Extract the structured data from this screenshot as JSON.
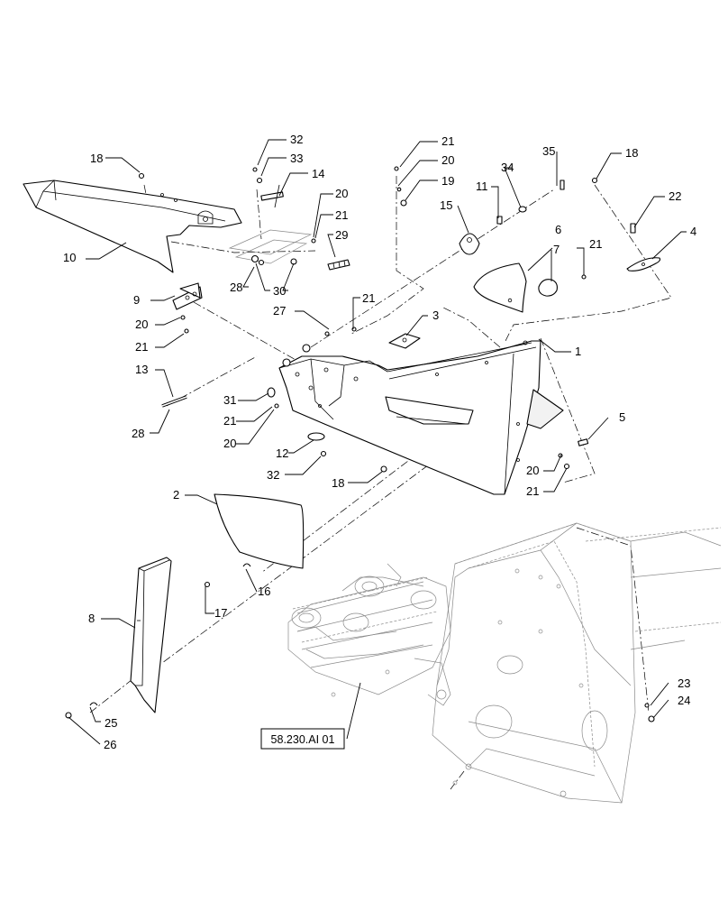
{
  "callouts": {
    "c1": "1",
    "c2": "2",
    "c3": "3",
    "c4": "4",
    "c5": "5",
    "c6": "6",
    "c7": "7",
    "c8": "8",
    "c9": "9",
    "c10": "10",
    "c11": "11",
    "c12": "12",
    "c13": "13",
    "c14": "14",
    "c15": "15",
    "c16": "16",
    "c17": "17",
    "c18a": "18",
    "c18b": "18",
    "c18c": "18",
    "c19": "19",
    "c20a": "20",
    "c20b": "20",
    "c20c": "20",
    "c20d": "20",
    "c20e": "20",
    "c21a": "21",
    "c21b": "21",
    "c21c": "21",
    "c21d": "21",
    "c21e": "21",
    "c21f": "21",
    "c21g": "21",
    "c22": "22",
    "c23": "23",
    "c24": "24",
    "c25": "25",
    "c26": "26",
    "c27": "27",
    "c28a": "28",
    "c28b": "28",
    "c29": "29",
    "c30": "30",
    "c31": "31",
    "c32a": "32",
    "c32b": "32",
    "c33": "33",
    "c34": "34",
    "c35": "35"
  },
  "reference_box": "58.230.AI 01"
}
